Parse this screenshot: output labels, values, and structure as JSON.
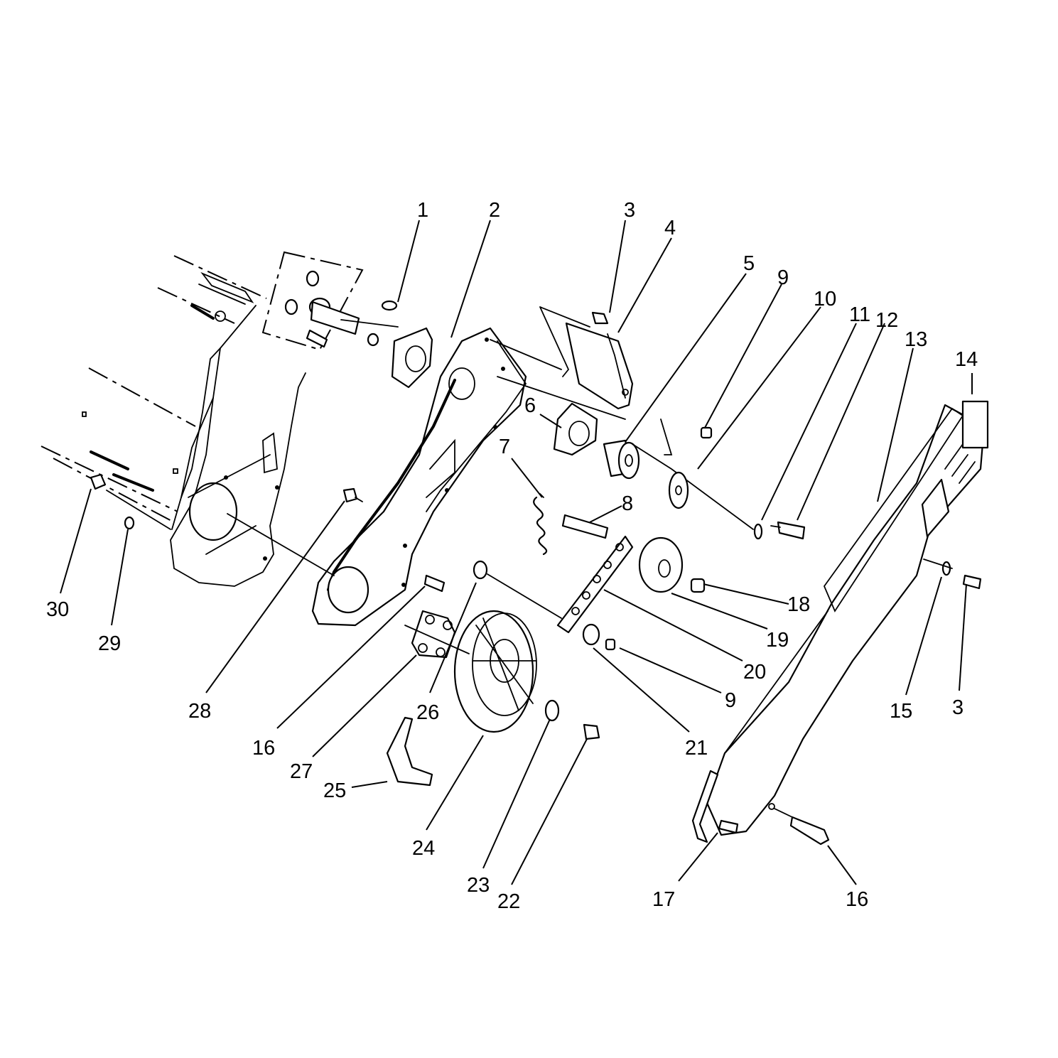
{
  "callouts": [
    {
      "id": "c1",
      "text": "1"
    },
    {
      "id": "c2",
      "text": "2"
    },
    {
      "id": "c3a",
      "text": "3"
    },
    {
      "id": "c4",
      "text": "4"
    },
    {
      "id": "c5",
      "text": "5"
    },
    {
      "id": "c9a",
      "text": "9"
    },
    {
      "id": "c10",
      "text": "10"
    },
    {
      "id": "c11",
      "text": "11"
    },
    {
      "id": "c12",
      "text": "12"
    },
    {
      "id": "c13",
      "text": "13"
    },
    {
      "id": "c14",
      "text": "14"
    },
    {
      "id": "c6",
      "text": "6"
    },
    {
      "id": "c7",
      "text": "7"
    },
    {
      "id": "c8",
      "text": "8"
    },
    {
      "id": "c18",
      "text": "18"
    },
    {
      "id": "c19",
      "text": "19"
    },
    {
      "id": "c20",
      "text": "20"
    },
    {
      "id": "c9b",
      "text": "9"
    },
    {
      "id": "c21",
      "text": "21"
    },
    {
      "id": "c15",
      "text": "15"
    },
    {
      "id": "c3b",
      "text": "3"
    },
    {
      "id": "c30",
      "text": "30"
    },
    {
      "id": "c29",
      "text": "29"
    },
    {
      "id": "c28",
      "text": "28"
    },
    {
      "id": "c16a",
      "text": "16"
    },
    {
      "id": "c27",
      "text": "27"
    },
    {
      "id": "c26",
      "text": "26"
    },
    {
      "id": "c25",
      "text": "25"
    },
    {
      "id": "c24",
      "text": "24"
    },
    {
      "id": "c23",
      "text": "23"
    },
    {
      "id": "c22",
      "text": "22"
    },
    {
      "id": "c17",
      "text": "17"
    },
    {
      "id": "c16b",
      "text": "16"
    }
  ],
  "colors": {
    "line": "#000000",
    "background": "#ffffff"
  }
}
